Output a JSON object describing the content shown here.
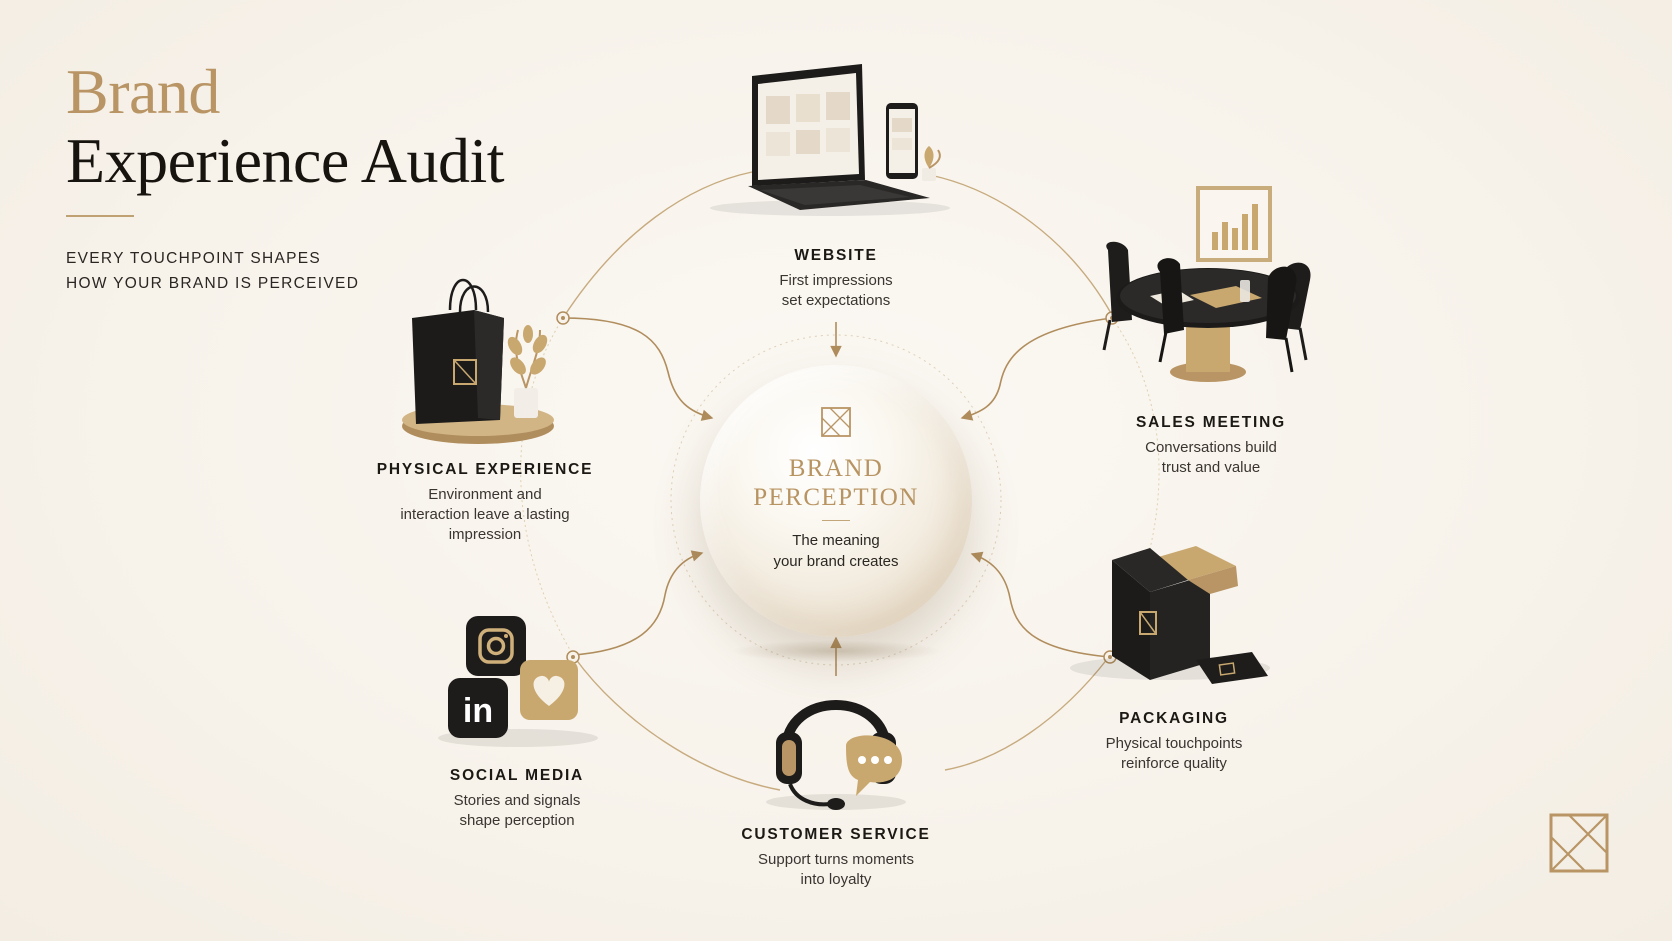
{
  "header": {
    "title_line1": "Brand",
    "title_line2": "Experience Audit",
    "subtitle_line1": "EVERY TOUCHPOINT SHAPES",
    "subtitle_line2": "HOW YOUR BRAND IS PERCEIVED"
  },
  "center": {
    "title": "BRAND\nPERCEPTION",
    "description": "The meaning\nyour brand creates"
  },
  "touchpoints": [
    {
      "id": "website",
      "title": "WEBSITE",
      "description": "First impressions\nset expectations"
    },
    {
      "id": "sales",
      "title": "SALES MEETING",
      "description": "Conversations build\ntrust and value"
    },
    {
      "id": "packaging",
      "title": "PACKAGING",
      "description": "Physical touchpoints\nreinforce quality"
    },
    {
      "id": "service",
      "title": "CUSTOMER SERVICE",
      "description": "Support turns moments\ninto loyalty"
    },
    {
      "id": "social",
      "title": "SOCIAL MEDIA",
      "description": "Stories and signals\nshape perception"
    },
    {
      "id": "physical",
      "title": "PHYSICAL EXPERIENCE",
      "description": "Environment and\ninteraction leave a lasting\nimpression"
    }
  ],
  "colors": {
    "gold": "#b99565",
    "dark": "#17140f",
    "background": "#f7f2ea"
  },
  "icons": [
    "laptop-phone-icon",
    "meeting-table-icon",
    "gift-box-icon",
    "headset-chat-icon",
    "social-icons-icon",
    "shopping-bag-icon",
    "brand-logo-icon"
  ]
}
